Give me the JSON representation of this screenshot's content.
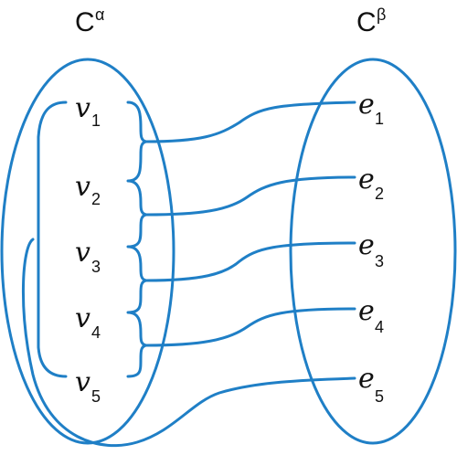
{
  "sets": {
    "left": {
      "base": "C",
      "superscript": "α"
    },
    "right": {
      "base": "C",
      "superscript": "β"
    }
  },
  "left_nodes": [
    {
      "letter": "v",
      "index": "1"
    },
    {
      "letter": "v",
      "index": "2"
    },
    {
      "letter": "v",
      "index": "3"
    },
    {
      "letter": "v",
      "index": "4"
    },
    {
      "letter": "v",
      "index": "5"
    }
  ],
  "right_nodes": [
    {
      "letter": "e",
      "index": "1"
    },
    {
      "letter": "e",
      "index": "2"
    },
    {
      "letter": "e",
      "index": "3"
    },
    {
      "letter": "e",
      "index": "4"
    },
    {
      "letter": "e",
      "index": "5"
    }
  ],
  "colors": {
    "stroke": "#1f7fc6",
    "text": "#111111"
  }
}
